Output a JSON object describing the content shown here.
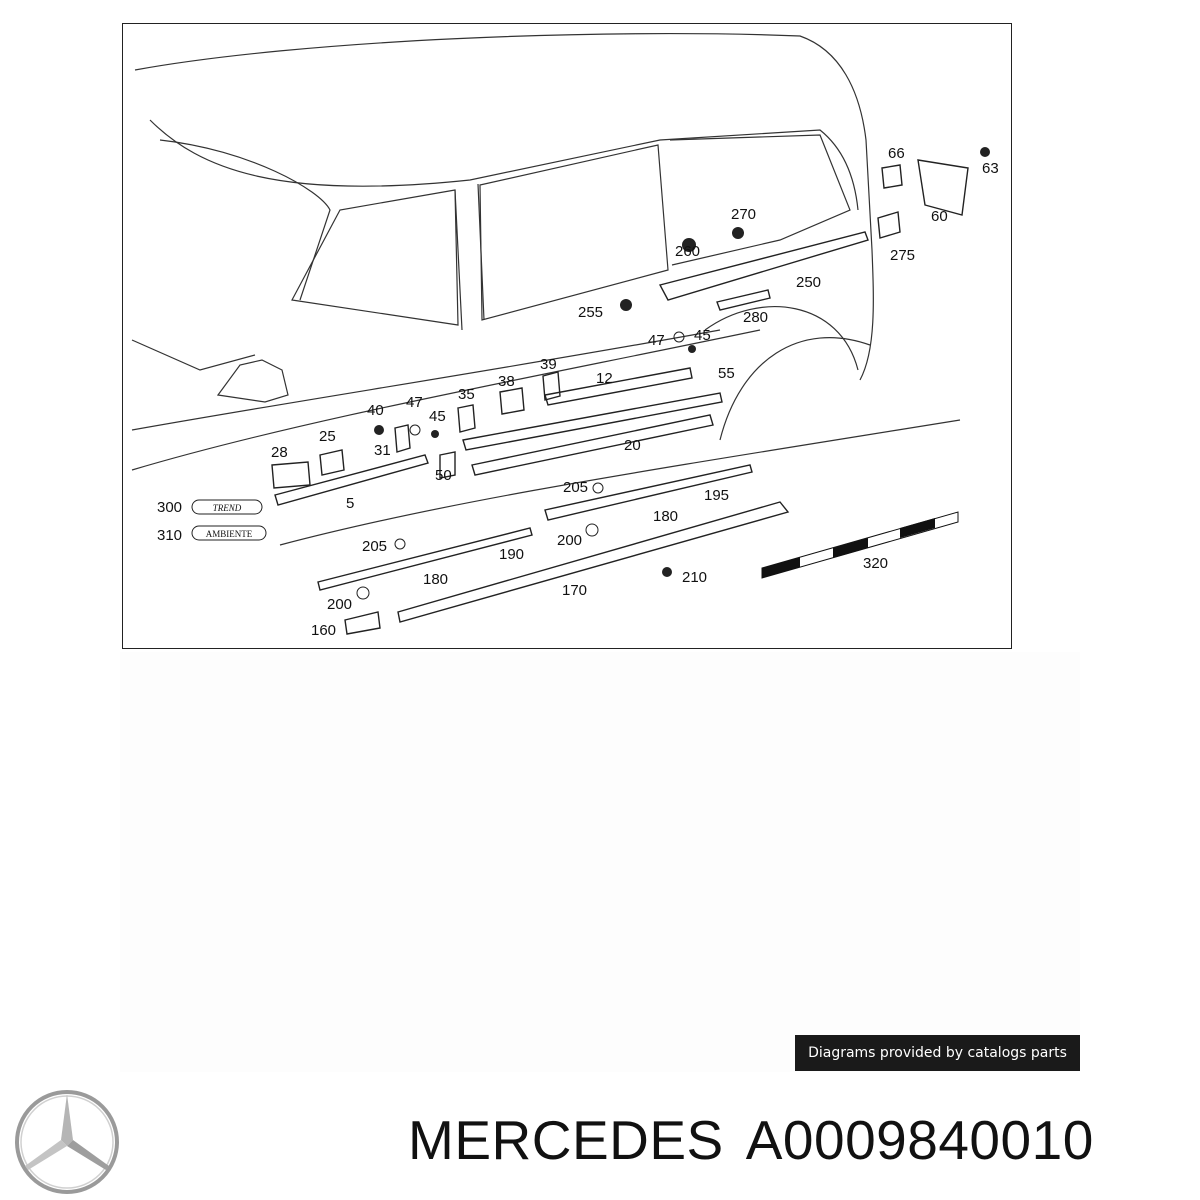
{
  "diagram": {
    "callouts": [
      "66",
      "63",
      "60",
      "270",
      "275",
      "260",
      "250",
      "255",
      "280",
      "47",
      "45",
      "39",
      "55",
      "12",
      "40",
      "47",
      "45",
      "35",
      "38",
      "28",
      "25",
      "31",
      "50",
      "20",
      "5",
      "205",
      "195",
      "300",
      "310",
      "180",
      "205",
      "200",
      "190",
      "210",
      "180",
      "320",
      "200",
      "170",
      "160"
    ],
    "badges": [
      "TREND",
      "AMBIENTE"
    ]
  },
  "footer": {
    "credit": "Diagrams provided by catalogs parts",
    "brand": "MERCEDES",
    "part_number": "A0009840010"
  },
  "logo": {
    "icon": "mercedes-star-logo-icon"
  }
}
